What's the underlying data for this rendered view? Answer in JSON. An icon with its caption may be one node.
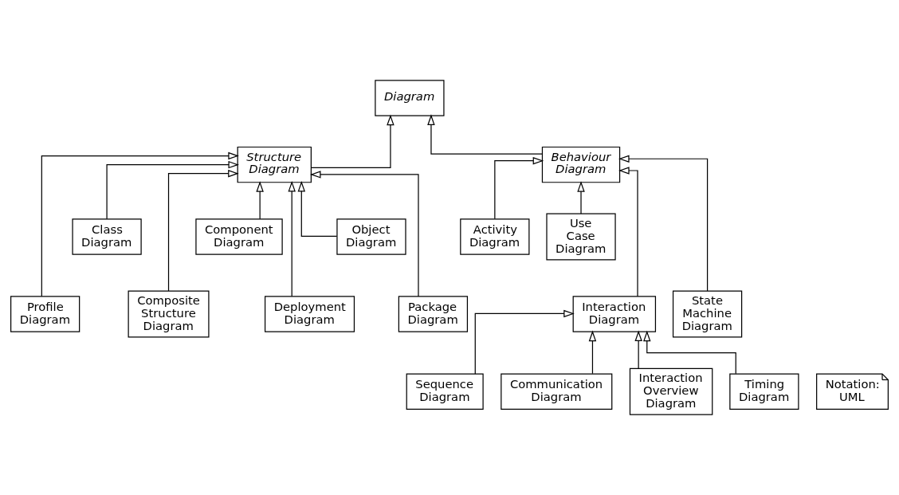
{
  "diagram": {
    "nodes": [
      {
        "text": [
          "Diagram"
        ]
      },
      {
        "text": [
          "Structure Diagram"
        ]
      },
      {
        "text": [
          "Behaviour Diagram"
        ]
      },
      {
        "text": [
          "Profile Diagram"
        ]
      },
      {
        "text": [
          "Class Diagram"
        ]
      },
      {
        "text": [
          "Composite Structure Diagram"
        ]
      },
      {
        "text": [
          "Component Diagram"
        ]
      },
      {
        "text": [
          "Deployment Diagram"
        ]
      },
      {
        "text": [
          "Object Diagram"
        ]
      },
      {
        "text": [
          "Package Diagram"
        ]
      },
      {
        "text": [
          "Activity Diagram"
        ]
      },
      {
        "text": [
          "Use Case Diagram"
        ]
      },
      {
        "text": [
          "Interaction Diagram"
        ]
      },
      {
        "text": [
          "State Machine Diagram"
        ]
      },
      {
        "text": [
          "Sequence Diagram"
        ]
      },
      {
        "text": [
          "Communication Diagram"
        ]
      },
      {
        "text": [
          "Interaction Overview Diagram"
        ]
      },
      {
        "text": [
          "Timing Diagram"
        ]
      },
      {
        "text": [
          "Notation: UML"
        ]
      }
    ],
    "edges": [
      {
        "from": 1,
        "to": 0,
        "arrow": "to"
      },
      {
        "from": 2,
        "to": 0,
        "arrow": "to"
      },
      {
        "from": 3,
        "to": 1,
        "arrow": "to"
      },
      {
        "from": 4,
        "to": 1,
        "arrow": "to"
      },
      {
        "from": 5,
        "to": 1,
        "arrow": "to"
      },
      {
        "from": 6,
        "to": 1,
        "arrow": "to"
      },
      {
        "from": 7,
        "to": 1,
        "arrow": "to"
      },
      {
        "from": 8,
        "to": 1,
        "arrow": "to"
      },
      {
        "from": 9,
        "to": 1,
        "arrow": "to"
      },
      {
        "from": 10,
        "to": 2,
        "arrow": "to"
      },
      {
        "from": 11,
        "to": 2,
        "arrow": "to"
      },
      {
        "from": 12,
        "to": 2,
        "arrow": "to"
      },
      {
        "from": 13,
        "to": 2,
        "arrow": "to"
      },
      {
        "from": 14,
        "to": 12,
        "arrow": "to"
      },
      {
        "from": 15,
        "to": 12,
        "arrow": "to"
      },
      {
        "from": 16,
        "to": 12,
        "arrow": "to"
      },
      {
        "from": 17,
        "to": 12,
        "arrow": "to"
      }
    ]
  }
}
